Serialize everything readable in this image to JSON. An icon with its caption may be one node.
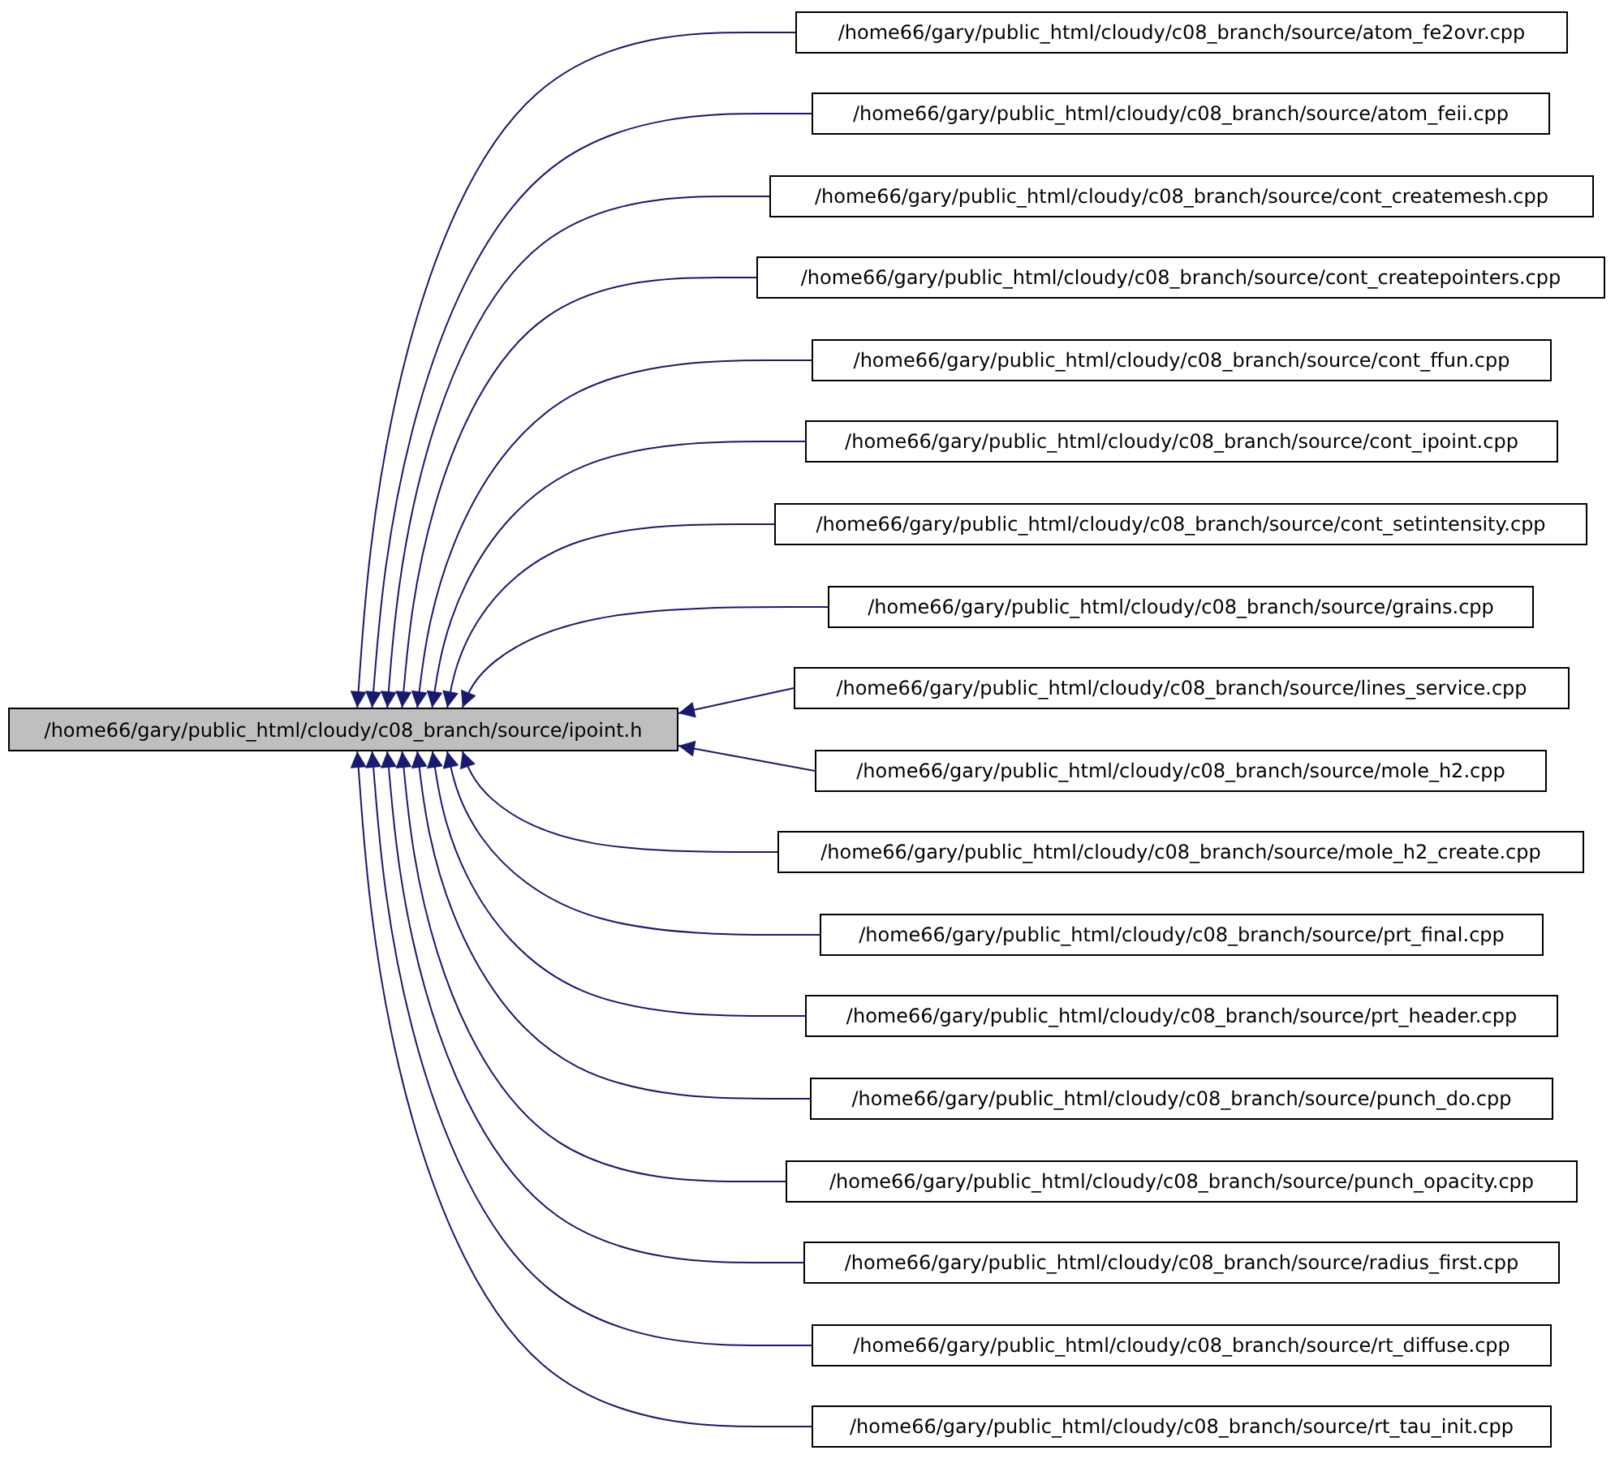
{
  "diagram": {
    "nodes": [
      {
        "text": [
          "/home66/gary/public_html/cloudy/c08_branch/source/ipoint.h"
        ]
      },
      {
        "text": [
          "/home66/gary/public_html/cloudy/c08_branch/source/atom_fe2ovr.cpp"
        ]
      },
      {
        "text": [
          "/home66/gary/public_html/cloudy/c08_branch/source/atom_feii.cpp"
        ]
      },
      {
        "text": [
          "/home66/gary/public_html/cloudy/c08_branch/source/cont_createmesh.cpp"
        ]
      },
      {
        "text": [
          "/home66/gary/public_html/cloudy/c08_branch/source/cont_createpointers.cpp"
        ]
      },
      {
        "text": [
          "/home66/gary/public_html/cloudy/c08_branch/source/cont_ffun.cpp"
        ]
      },
      {
        "text": [
          "/home66/gary/public_html/cloudy/c08_branch/source/cont_ipoint.cpp"
        ]
      },
      {
        "text": [
          "/home66/gary/public_html/cloudy/c08_branch/source/cont_setintensity.cpp"
        ]
      },
      {
        "text": [
          "/home66/gary/public_html/cloudy/c08_branch/source/grains.cpp"
        ]
      },
      {
        "text": [
          "/home66/gary/public_html/cloudy/c08_branch/source/lines_service.cpp"
        ]
      },
      {
        "text": [
          "/home66/gary/public_html/cloudy/c08_branch/source/mole_h2.cpp"
        ]
      },
      {
        "text": [
          "/home66/gary/public_html/cloudy/c08_branch/source/mole_h2_create.cpp"
        ]
      },
      {
        "text": [
          "/home66/gary/public_html/cloudy/c08_branch/source/prt_final.cpp"
        ]
      },
      {
        "text": [
          "/home66/gary/public_html/cloudy/c08_branch/source/prt_header.cpp"
        ]
      },
      {
        "text": [
          "/home66/gary/public_html/cloudy/c08_branch/source/punch_do.cpp"
        ]
      },
      {
        "text": [
          "/home66/gary/public_html/cloudy/c08_branch/source/punch_opacity.cpp"
        ]
      },
      {
        "text": [
          "/home66/gary/public_html/cloudy/c08_branch/source/radius_first.cpp"
        ]
      },
      {
        "text": [
          "/home66/gary/public_html/cloudy/c08_branch/source/rt_diffuse.cpp"
        ]
      },
      {
        "text": [
          "/home66/gary/public_html/cloudy/c08_branch/source/rt_tau_init.cpp"
        ]
      }
    ],
    "edges": [
      {
        "from": 1,
        "to": 0,
        "arrow": "to"
      },
      {
        "from": 2,
        "to": 0,
        "arrow": "to"
      },
      {
        "from": 3,
        "to": 0,
        "arrow": "to"
      },
      {
        "from": 4,
        "to": 0,
        "arrow": "to"
      },
      {
        "from": 5,
        "to": 0,
        "arrow": "to"
      },
      {
        "from": 6,
        "to": 0,
        "arrow": "to"
      },
      {
        "from": 7,
        "to": 0,
        "arrow": "to"
      },
      {
        "from": 8,
        "to": 0,
        "arrow": "to"
      },
      {
        "from": 9,
        "to": 0,
        "arrow": "to"
      },
      {
        "from": 10,
        "to": 0,
        "arrow": "to"
      },
      {
        "from": 11,
        "to": 0,
        "arrow": "to"
      },
      {
        "from": 12,
        "to": 0,
        "arrow": "to"
      },
      {
        "from": 13,
        "to": 0,
        "arrow": "to"
      },
      {
        "from": 14,
        "to": 0,
        "arrow": "to"
      },
      {
        "from": 15,
        "to": 0,
        "arrow": "to"
      },
      {
        "from": 16,
        "to": 0,
        "arrow": "to"
      },
      {
        "from": 17,
        "to": 0,
        "arrow": "to"
      },
      {
        "from": 18,
        "to": 0,
        "arrow": "to"
      }
    ]
  }
}
